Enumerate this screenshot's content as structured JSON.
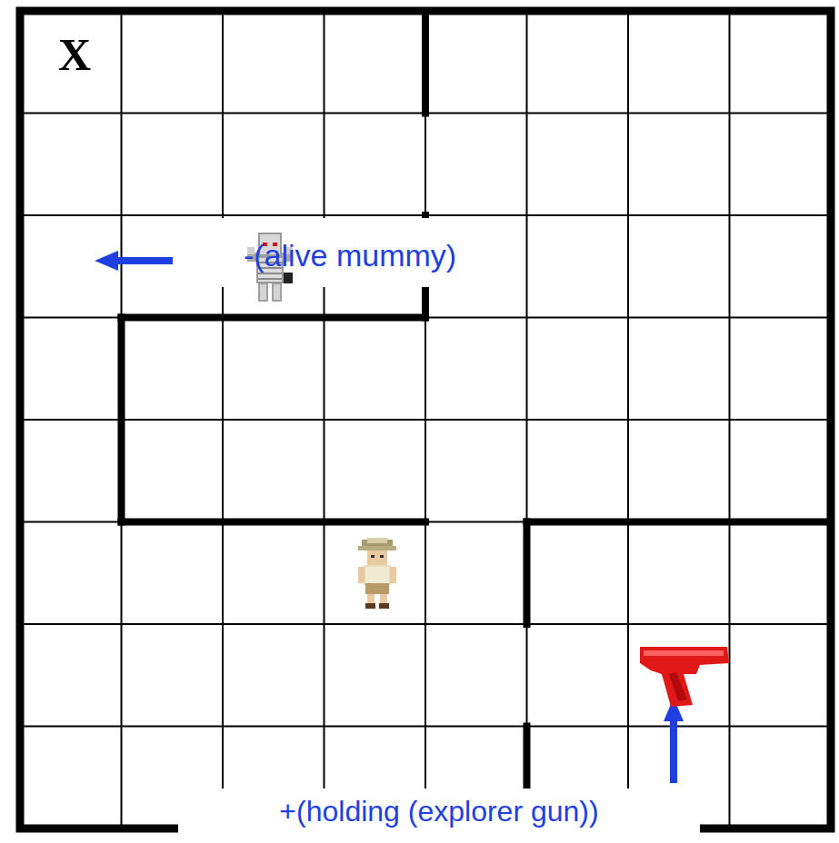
{
  "diagram": {
    "labels": [
      "X",
      "-(alive mummy)",
      "+(holding (explorer gun))"
    ]
  }
}
